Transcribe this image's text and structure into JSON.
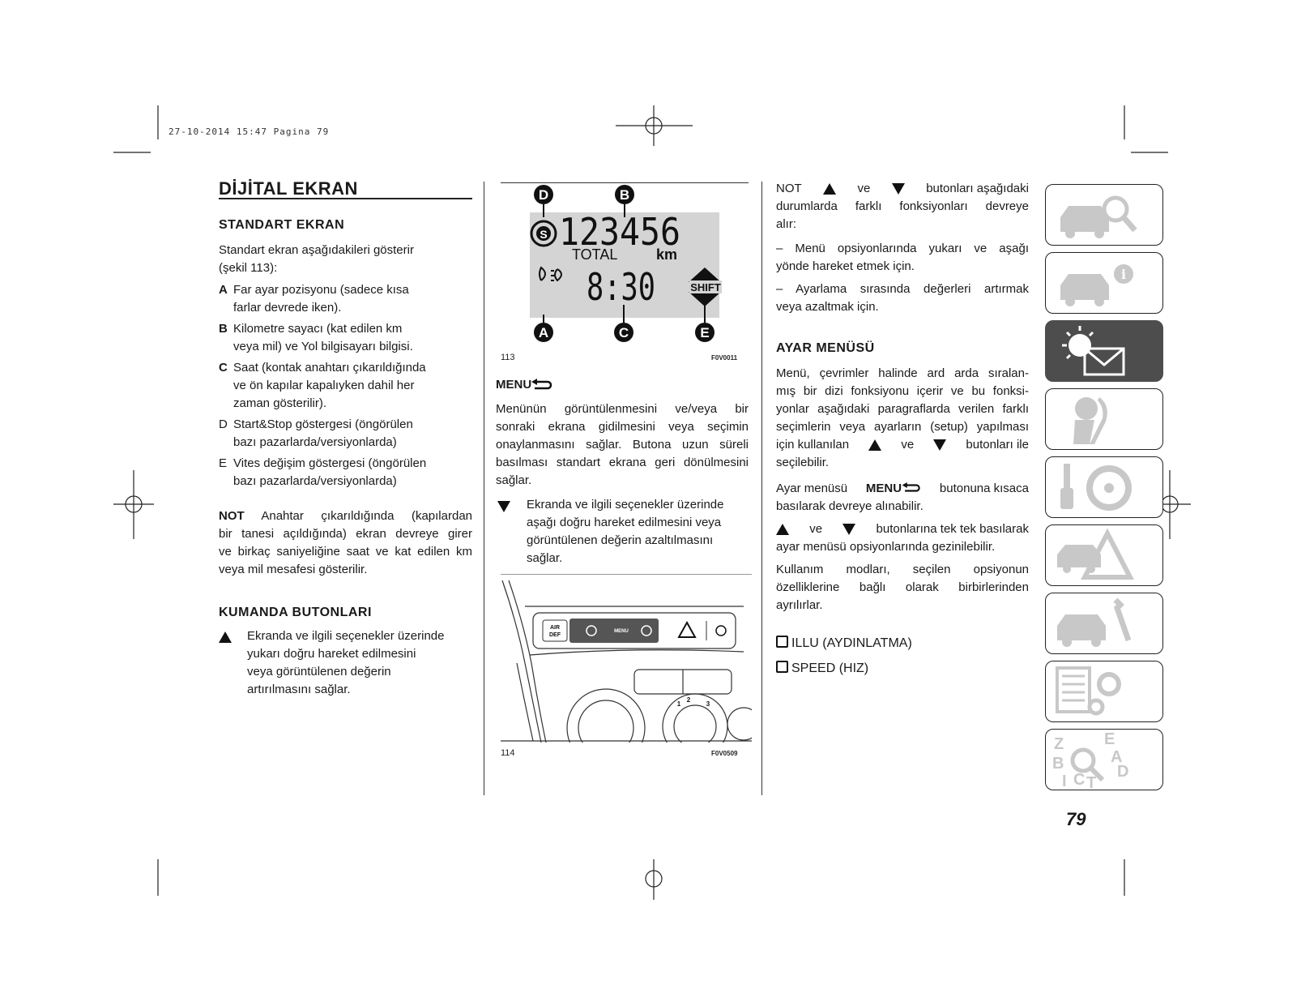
{
  "header": {
    "stamp": "27-10-2014 15:47 Pagina 79"
  },
  "left": {
    "title": "DİJİTAL EKRAN",
    "standart": {
      "heading": "STANDART EKRAN",
      "intro_1": "Standart ekran aşağıdakileri gösterir",
      "intro_2": "(şekil 113):",
      "items": [
        {
          "key": "A",
          "l1": "Far ayar pozisyonu (sadece kısa",
          "l2": "farlar devrede iken).",
          "l3": ""
        },
        {
          "key": "B",
          "l1": "Kilometre sayacı (kat edilen km",
          "l2": "veya mil) ve Yol bilgisayarı bilgisi.",
          "l3": ""
        },
        {
          "key": "C",
          "l1": "Saat (kontak anahtarı çıkarıldığında",
          "l2": "ve ön kapılar kapalıyken dahil her",
          "l3": "zaman gösterilir)."
        },
        {
          "key": "D",
          "l1": "Start&Stop göstergesi (öngörülen",
          "l2": "bazı pazarlarda/versiyonlarda)",
          "l3": ""
        },
        {
          "key": "E",
          "l1": "Vites değişim göstergesi (öngörülen",
          "l2": "bazı pazarlarda/versiyonlarda)",
          "l3": ""
        }
      ]
    },
    "note": {
      "label": "NOT",
      "l1": "Anahtar çıkarıldığında (kapılardan",
      "l2": "bir tanesi açıldığında) ekran devreye girer",
      "l3": "ve birkaç saniyeliğine saat ve kat edilen km",
      "l4": "veya mil mesafesi gösterilir."
    },
    "kumanda": {
      "heading": "KUMANDA BUTONLARI",
      "l1": "Ekranda ve ilgili seçenekler üzerinde",
      "l2": "yukarı doğru hareket edilmesini",
      "l3": "veya görüntülenen değerin",
      "l4": "artırılmasını sağlar."
    }
  },
  "middle": {
    "fig113": {
      "odometer": "123456",
      "total": "TOTAL",
      "unit": "km",
      "clock": "8:30",
      "shift": "SHIFT",
      "start_stop": "S",
      "callouts": [
        "D",
        "B",
        "A",
        "C",
        "E"
      ],
      "number": "113",
      "code": "F0V0011"
    },
    "menu": {
      "label": "MENU",
      "l1": "Menünün görüntülenmesini ve/veya bir",
      "l2": "sonraki ekrana gidilmesini veya seçimin",
      "l3": "onaylanmasını sağlar. Butona uzun süreli",
      "l4": "basılması standart ekrana geri dönülmesini",
      "l5": "sağlar."
    },
    "down": {
      "l1": "Ekranda ve ilgili seçenekler üzerinde",
      "l2": "aşağı doğru hareket edilmesini veya",
      "l3": "görüntülenen değerin azaltılmasını",
      "l4": "sağlar."
    },
    "fig114": {
      "number": "114",
      "code": "F0V0509",
      "btn_air_1": "AIR",
      "btn_air_2": "DEF",
      "btn_menu": "MENU",
      "btn_num_1": "1",
      "btn_num_2": "2",
      "btn_num_3": "3"
    }
  },
  "right": {
    "note": {
      "label": "NOT",
      "ve": "ve",
      "tail": "butonları aşağıdaki",
      "l2": "durumlarda farklı fonksiyonları devreye",
      "l3": "alır:"
    },
    "dash1": {
      "l1": "– Menü opsiyonlarında yukarı ve aşağı",
      "l2": "yönde hareket etmek için."
    },
    "dash2": {
      "l1": "– Ayarlama sırasında değerleri artırmak",
      "l2": "veya azaltmak için."
    },
    "ayar": {
      "heading": "AYAR MENÜSÜ",
      "p1_l1": "Menü, çevrimler halinde ard arda sıralan-",
      "p1_l2": "mış bir dizi fonksiyonu içerir ve bu fonksi-",
      "p1_l3": "yonlar aşağıdaki paragraflarda verilen farklı",
      "p1_l4": "seçimlerin veya ayarların (setup) yapılması",
      "p1_l5a": "için kullanılan",
      "p1_l5b": "ve",
      "p1_l5c": "butonları ile",
      "p1_l6": "seçilebilir.",
      "p2_a": "Ayar menüsü",
      "p2_menu": "MENU",
      "p2_b": "butonuna kısaca",
      "p2_l2": "basılarak devreye alınabilir.",
      "p3_ve": "ve",
      "p3_tail": "butonlarına tek tek basılarak",
      "p3_l2": "ayar menüsü opsiyonlarında gezinilebilir.",
      "p4_l1": "Kullanım modları, seçilen opsiyonun",
      "p4_l2": "özelliklerine bağlı olarak birbirlerinden",
      "p4_l3": "ayrılırlar.",
      "opt1": "ILLU (AYDINLATMA)",
      "opt2": "SPEED (HIZ)"
    }
  },
  "sidebar": {
    "tabs": [
      {
        "icon": "car-search-icon",
        "active": false
      },
      {
        "icon": "car-info-icon",
        "active": false
      },
      {
        "icon": "light-message-icon",
        "active": true
      },
      {
        "icon": "airbag-seat-icon",
        "active": false
      },
      {
        "icon": "key-steering-wheel-icon",
        "active": false
      },
      {
        "icon": "car-warning-icon",
        "active": false
      },
      {
        "icon": "car-wrench-icon",
        "active": false
      },
      {
        "icon": "document-gears-icon",
        "active": false
      },
      {
        "icon": "alphabet-index-icon",
        "active": false
      }
    ],
    "index_letters": [
      "Z",
      "E",
      "A",
      "B",
      "D",
      "I",
      "C",
      "T"
    ]
  },
  "page_number": "79",
  "colors": {
    "lcd_bg": "#d4d4d4",
    "active_tab": "#4d4d4d",
    "tab_icon": "#c8c8c8"
  }
}
